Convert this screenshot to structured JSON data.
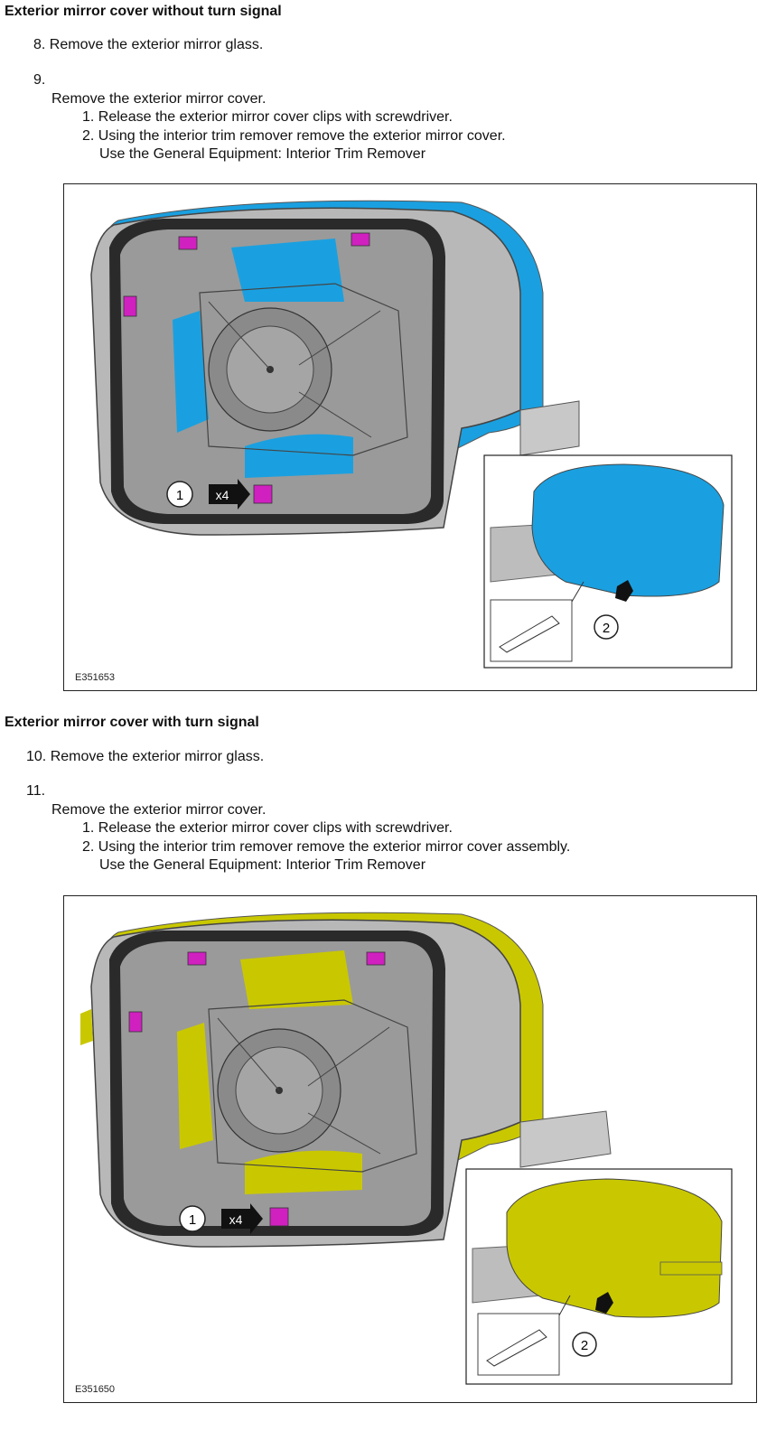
{
  "section1": {
    "heading": "Exterior mirror cover without turn signal",
    "step8": "8. Remove the exterior mirror glass.",
    "step9_num": "9.",
    "step9_text": "Remove the exterior mirror cover.",
    "sub1": "1. Release the exterior mirror cover clips with screwdriver.",
    "sub2": "2. Using the interior trim remover remove the exterior mirror cover.",
    "equipment": "Use the General Equipment: Interior Trim Remover",
    "figure": {
      "id": "E351653",
      "callout1": "1",
      "callout2": "2",
      "count": "x4",
      "cover_color": "#1aa0e0"
    }
  },
  "section2": {
    "heading": "Exterior mirror cover with turn signal",
    "step10": "10. Remove the exterior mirror glass.",
    "step11_num": "11.",
    "step11_text": "Remove the exterior mirror cover.",
    "sub1": "1. Release the exterior mirror cover clips with screwdriver.",
    "sub2": "2. Using the interior trim remover remove the exterior mirror cover assembly.",
    "equipment": "Use the General Equipment: Interior Trim Remover",
    "figure": {
      "id": "E351650",
      "callout1": "1",
      "callout2": "2",
      "count": "x4",
      "cover_color": "#c9c800"
    }
  }
}
